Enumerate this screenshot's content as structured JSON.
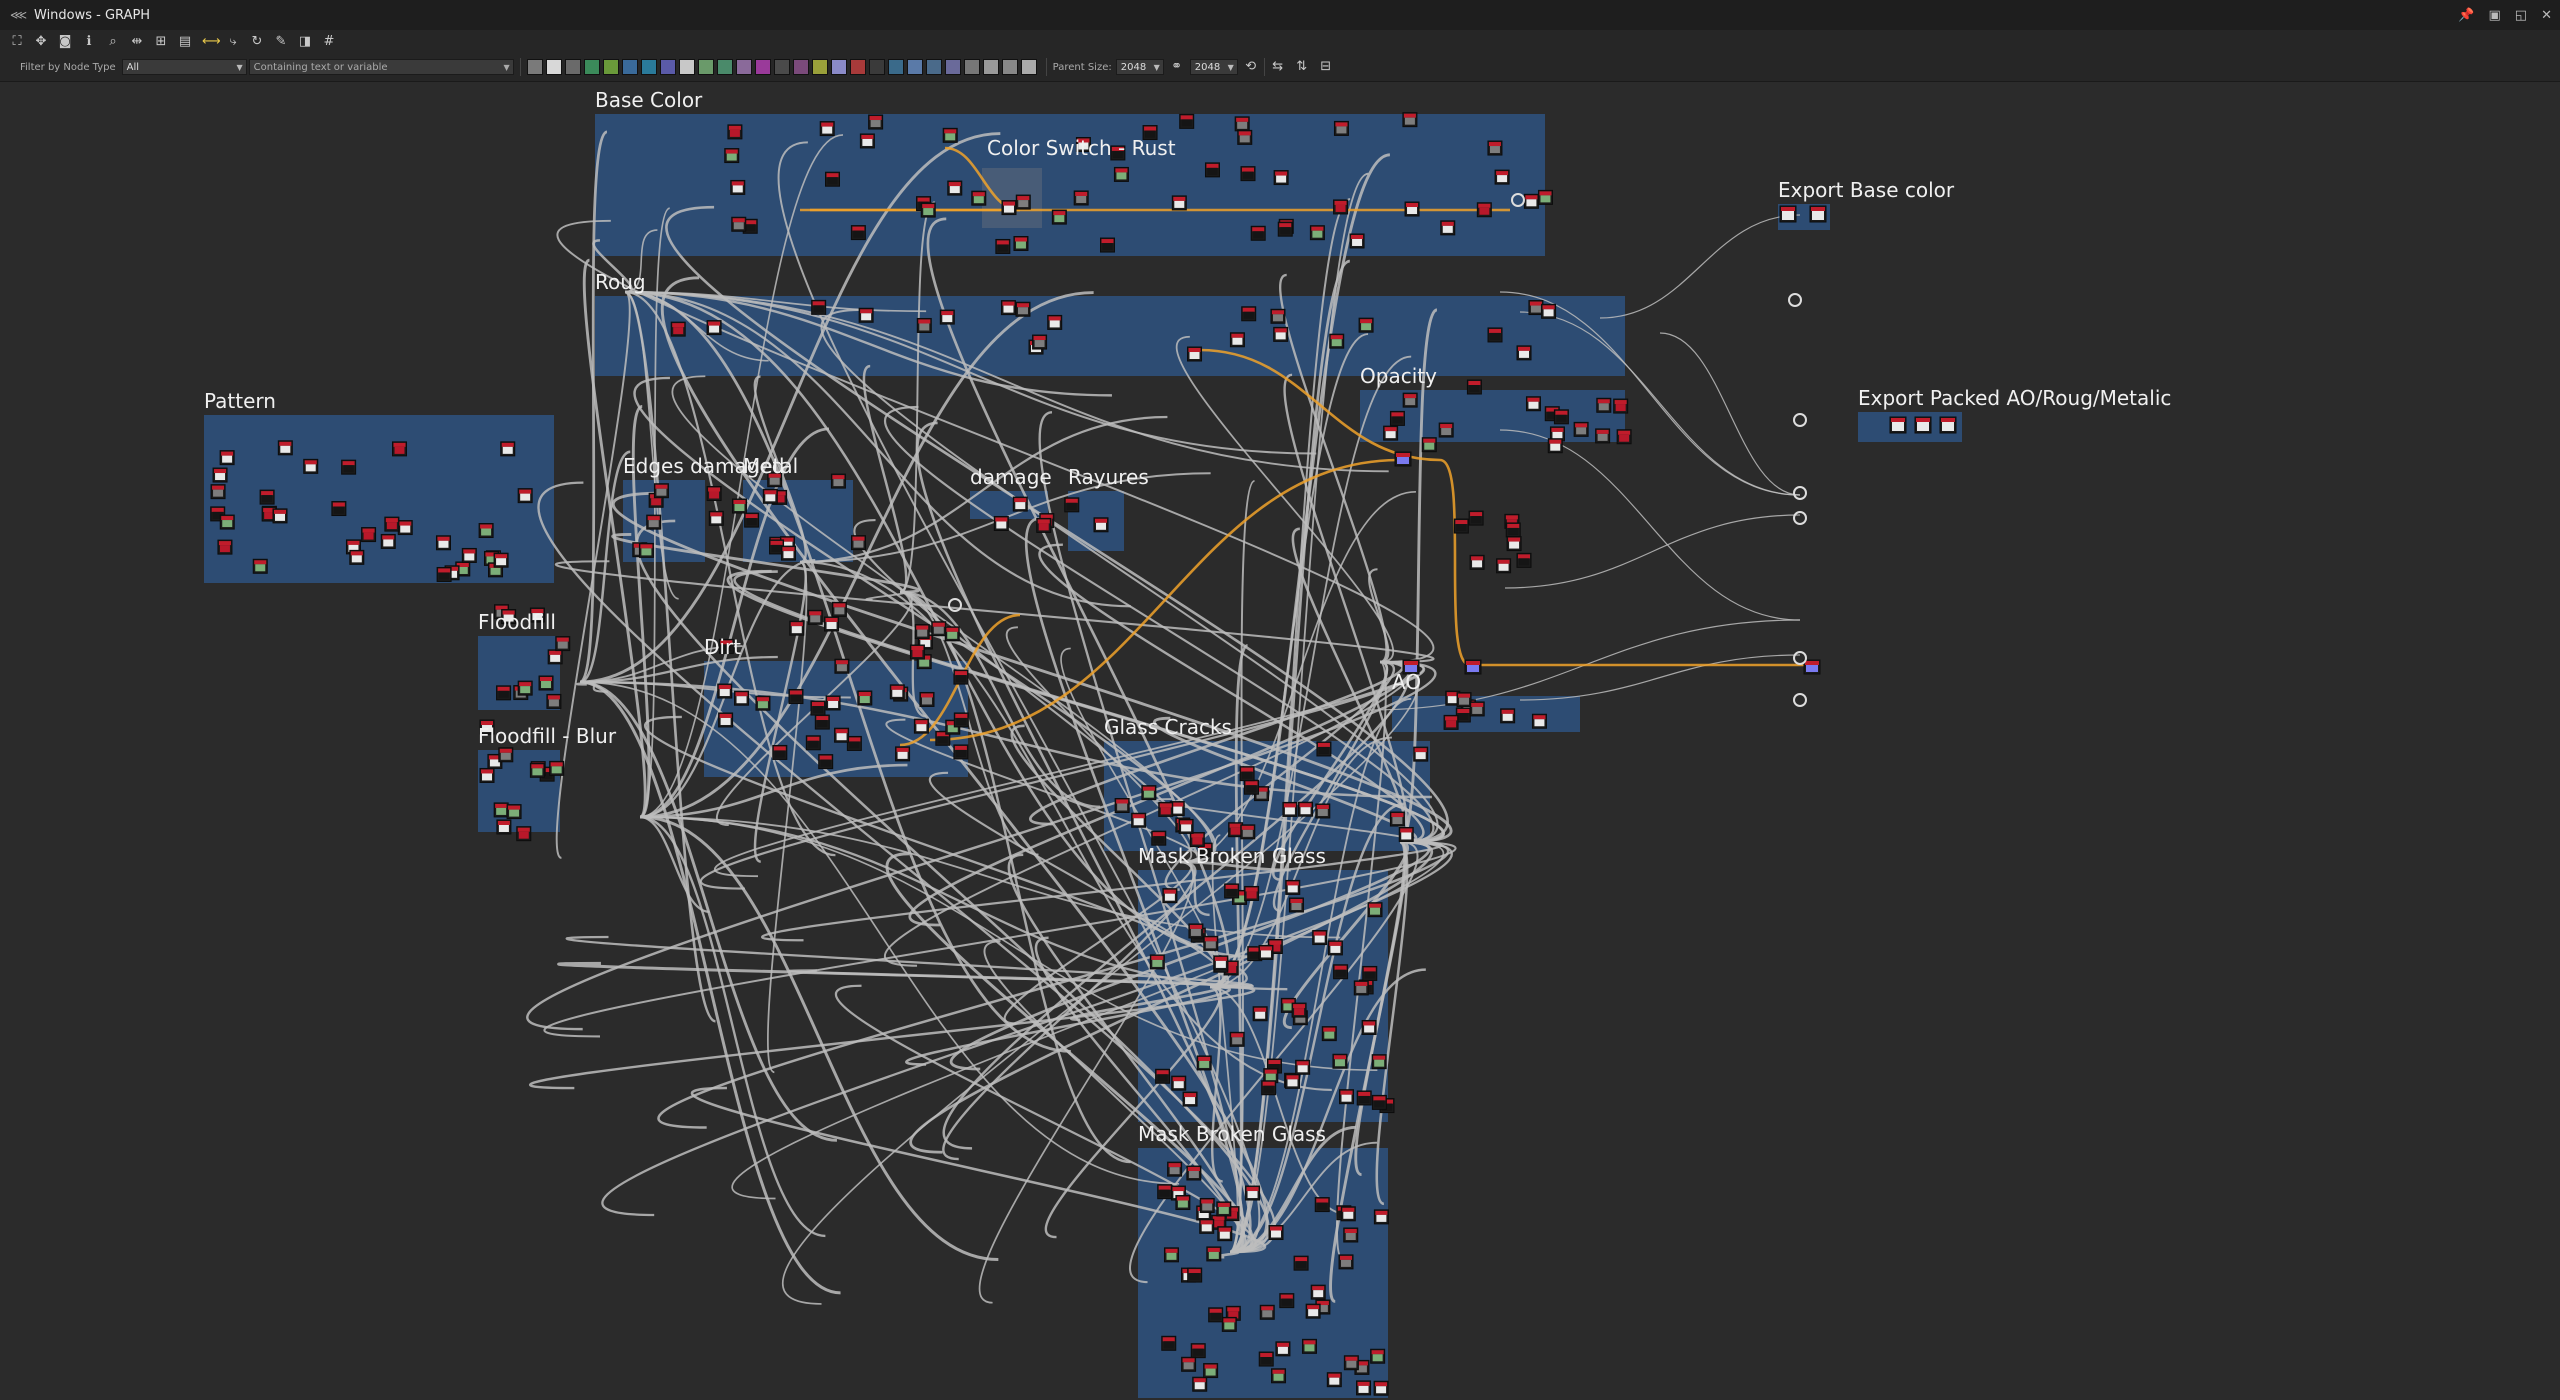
{
  "window": {
    "title": "Windows - GRAPH"
  },
  "filter": {
    "label": "Filter by Node Type",
    "type_value": "All",
    "placeholder": "Containing text or variable"
  },
  "parent_size": {
    "label": "Parent Size:",
    "value": "2048",
    "value2": "2048"
  },
  "frames": [
    {
      "key": "base",
      "label": "Base Color"
    },
    {
      "key": "switch",
      "label": "Color Switch - Rust"
    },
    {
      "key": "export_base",
      "label": "Export Base color"
    },
    {
      "key": "roug",
      "label": "Roug"
    },
    {
      "key": "pattern",
      "label": "Pattern"
    },
    {
      "key": "opacity",
      "label": "Opacity"
    },
    {
      "key": "export_packed",
      "label": "Export Packed AO/Roug/Metalic"
    },
    {
      "key": "edges",
      "label": "Edges damaged"
    },
    {
      "key": "metal",
      "label": "Metal"
    },
    {
      "key": "damage",
      "label": "damage"
    },
    {
      "key": "rayures",
      "label": "Rayures"
    },
    {
      "key": "floodfill",
      "label": "Floodfill"
    },
    {
      "key": "dirt",
      "label": "Dirt"
    },
    {
      "key": "floodfill_blur",
      "label": "Floodfill - Blur"
    },
    {
      "key": "ao",
      "label": "AO"
    },
    {
      "key": "glass_cracks",
      "label": "Glass Cracks"
    },
    {
      "key": "mask1",
      "label": "Mask Broken Glass"
    },
    {
      "key": "mask2",
      "label": "Mask Broken Glass"
    }
  ],
  "colors": {
    "frame_fill": "#2e4f79",
    "link": "#bdbdbd",
    "selected_link": "#f0a22a",
    "canvas": "#2b2b2b"
  },
  "icons": [
    "graph-icon",
    "frame-all-icon",
    "center-icon",
    "camera-icon",
    "info-icon",
    "search-icon",
    "link-icon",
    "layout-icon",
    "align-icon",
    "pin-icon",
    "refresh-icon",
    "tools-icon",
    "window-icon",
    "grid-icon"
  ]
}
